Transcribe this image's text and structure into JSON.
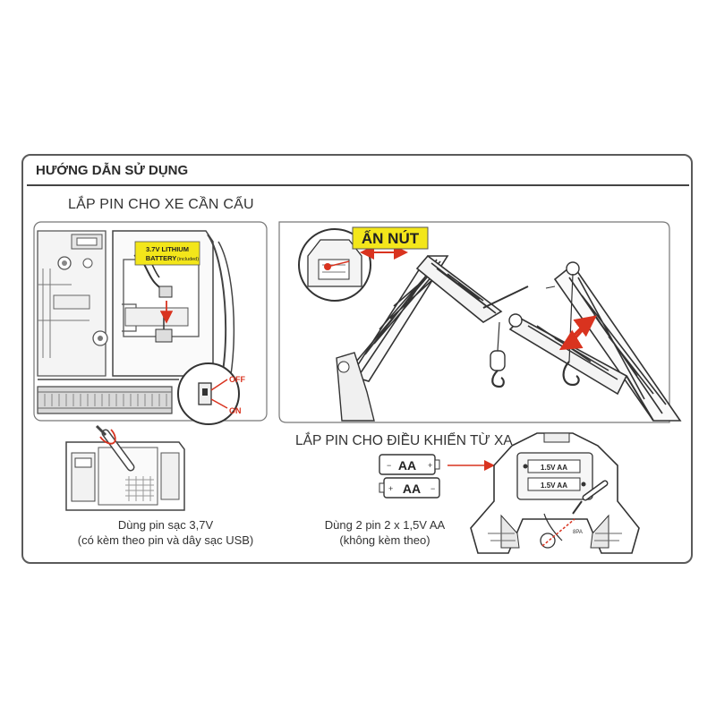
{
  "header": {
    "title": "HƯỚNG DẪN SỬ DỤNG"
  },
  "sections": {
    "crane_battery": {
      "title": "LẮP PIN CHO XE CẦN CẨU",
      "battery_label_line1": "3.7V LITHIUM",
      "battery_label_line2": "BATTERY",
      "battery_label_note": "(included)",
      "switch_off": "OFF",
      "switch_on": "ON",
      "caption_line1": "Dùng pin sạc 3,7V",
      "caption_line2": "(có kèm theo pin và dây sạc USB)"
    },
    "press_button": {
      "label": "ẤN NÚT"
    },
    "remote_battery": {
      "title": "LẮP PIN CHO ĐIỀU KHIỂN TỪ XA",
      "battery_text": "AA",
      "remote_battery_text": "1.5V AA",
      "caption_line1": "Dùng 2 pin 2 x 1,5V AA",
      "caption_line2": "(không kèm theo)"
    }
  },
  "colors": {
    "accent_red": "#d9331f",
    "label_yellow": "#f3e61a",
    "frame": "#5a5a5a",
    "line": "#333333"
  }
}
